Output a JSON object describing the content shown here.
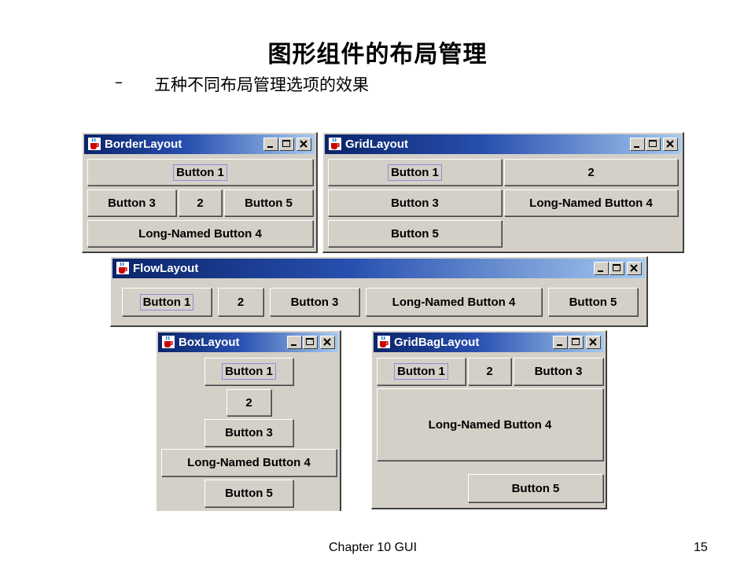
{
  "slide": {
    "title": "图形组件的布局管理",
    "bullet_dash": "–",
    "subtitle": "五种不同布局管理选项的效果",
    "footer_left": "Chapter 10 GUI",
    "footer_right": "15"
  },
  "windows": {
    "border": {
      "title": "BorderLayout",
      "buttons": [
        "Button 1",
        "Button 3",
        "2",
        "Button 5",
        "Long-Named Button 4"
      ]
    },
    "grid": {
      "title": "GridLayout",
      "buttons": [
        "Button 1",
        "2",
        "Button 3",
        "Long-Named Button 4",
        "Button 5"
      ]
    },
    "flow": {
      "title": "FlowLayout",
      "buttons": [
        "Button 1",
        "2",
        "Button 3",
        "Long-Named Button 4",
        "Button 5"
      ]
    },
    "box": {
      "title": "BoxLayout",
      "buttons": [
        "Button 1",
        "2",
        "Button 3",
        "Long-Named Button 4",
        "Button 5"
      ]
    },
    "gridbag": {
      "title": "GridBagLayout",
      "buttons": [
        "Button 1",
        "2",
        "Button 3",
        "Long-Named Button 4",
        "Button 5"
      ]
    }
  },
  "icons": {
    "app": "java-cup-icon",
    "minimize": "minimize-icon",
    "maximize": "maximize-icon",
    "close": "close-icon"
  },
  "colors": {
    "titlebar_start": "#0a246a",
    "titlebar_end": "#a6caf0",
    "window_bg": "#d4d0c8",
    "focus": "#8c8cd8"
  }
}
